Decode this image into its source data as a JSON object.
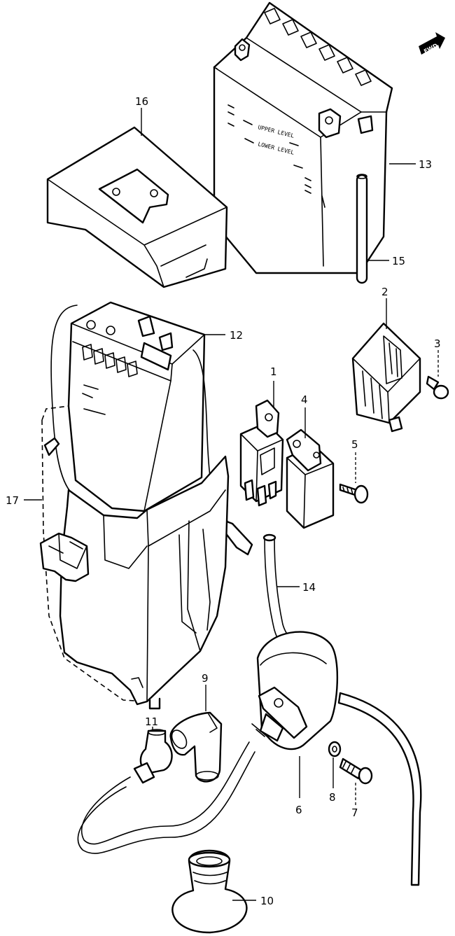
{
  "fwd_label": "FWD",
  "battery_markings": {
    "upper": "UPPER LEVEL",
    "lower": "LOWER LEVEL"
  },
  "callouts": [
    "1",
    "2",
    "3",
    "4",
    "5",
    "6",
    "7",
    "8",
    "9",
    "10",
    "11",
    "12",
    "13",
    "14",
    "15",
    "16",
    "17"
  ]
}
